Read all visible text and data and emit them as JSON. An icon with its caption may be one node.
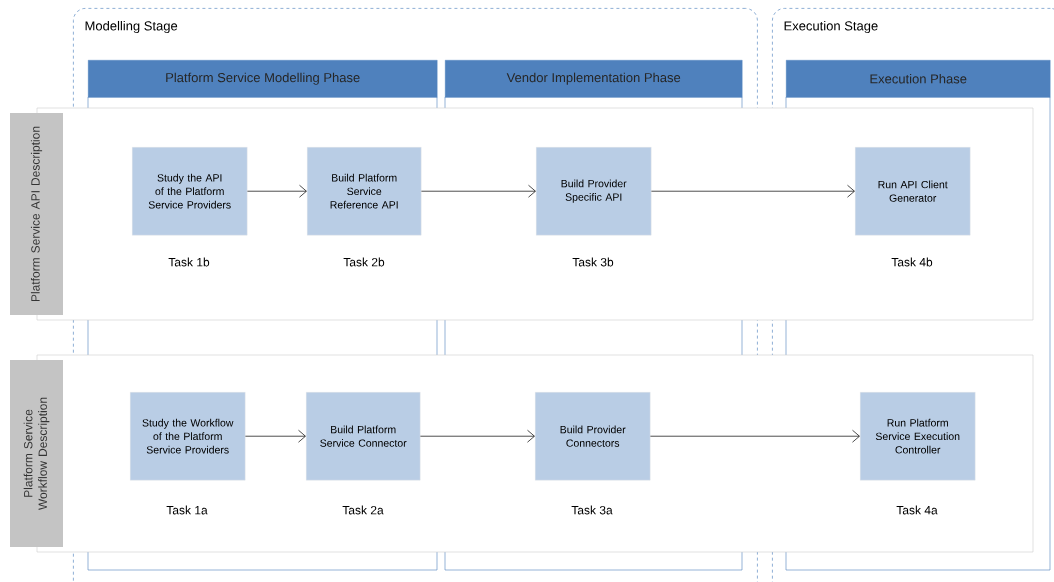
{
  "diagram": {
    "nodes": [
      {
        "text": [
          "Modelling Stage"
        ]
      },
      {
        "text": [
          "Platform Service Modelling Phase"
        ],
        "in": 0
      },
      {
        "text": [
          "Vendor Implementation Phase"
        ],
        "in": 0
      },
      {
        "text": [
          "Execution Stage"
        ]
      },
      {
        "text": [
          "Execution Phase"
        ],
        "in": 3
      },
      {
        "text": [
          "Platform Service API Description"
        ]
      },
      {
        "text": [
          "Study the API of the Platform Service Providers"
        ],
        "in": 0
      },
      {
        "text": [
          "Build Platform Service Reference API"
        ],
        "in": 0
      },
      {
        "text": [
          "Build Provider Specific API"
        ],
        "in": 0
      },
      {
        "text": [
          "Run API Client Generator"
        ],
        "in": 3
      },
      {
        "text": [
          "Platform Service Workflow Description"
        ]
      },
      {
        "text": [
          "Study the Workflow of the Platform Service Providers"
        ],
        "in": 0
      },
      {
        "text": [
          "Build Platform Service Connector"
        ],
        "in": 0
      },
      {
        "text": [
          "Build Provider Connectors"
        ],
        "in": 0
      },
      {
        "text": [
          "Run Platform Service Execution Controller"
        ],
        "in": 3
      }
    ],
    "edges": [
      {
        "from": 6,
        "to": 7,
        "arrow": "to"
      },
      {
        "from": 7,
        "to": 8,
        "arrow": "to"
      },
      {
        "from": 8,
        "to": 9,
        "arrow": "to"
      },
      {
        "from": 11,
        "to": 12,
        "arrow": "to"
      },
      {
        "from": 12,
        "to": 13,
        "arrow": "to"
      },
      {
        "from": 13,
        "to": 14,
        "arrow": "to"
      }
    ],
    "labels": [
      "Task 1b",
      "Task 2b",
      "Task 3b",
      "Task 4b",
      "Task 1a",
      "Task 2a",
      "Task 3a",
      "Task 4a"
    ]
  }
}
